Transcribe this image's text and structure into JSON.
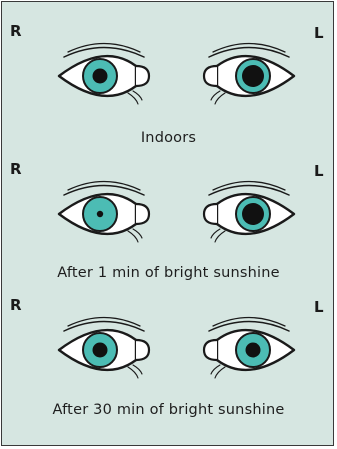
{
  "colors": {
    "background": "#d6e6e1",
    "iris": "#4cbcb4",
    "pupil": "#111111",
    "outline": "#1a1a1a",
    "sclera": "#ffffff"
  },
  "rows": [
    {
      "right_label": "R",
      "left_label": "L",
      "caption": "Indoors",
      "right_pupil_size": "medium",
      "left_pupil_size": "large"
    },
    {
      "right_label": "R",
      "left_label": "L",
      "caption": "After 1 min of bright sunshine",
      "right_pupil_size": "small",
      "left_pupil_size": "large"
    },
    {
      "right_label": "R",
      "left_label": "L",
      "caption": "After 30 min of bright sunshine",
      "right_pupil_size": "medium",
      "left_pupil_size": "medium"
    }
  ]
}
